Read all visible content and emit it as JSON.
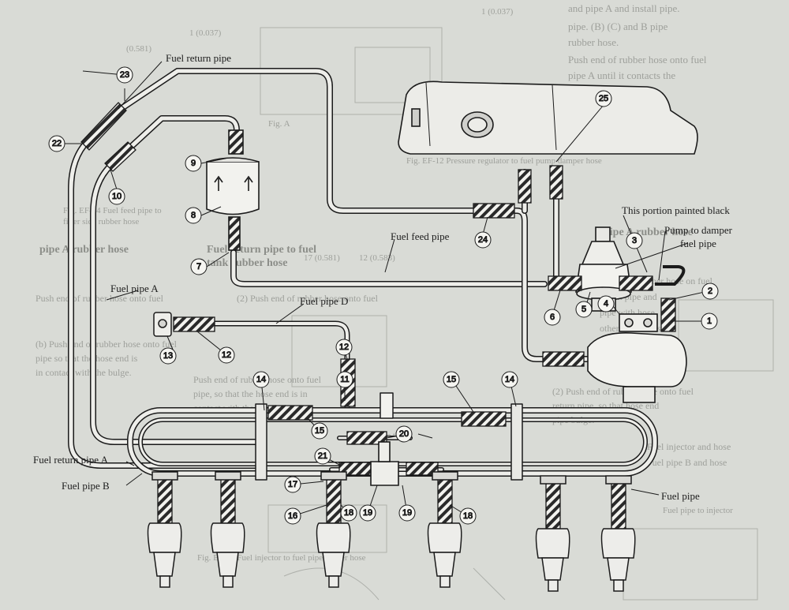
{
  "colors": {
    "paper": "#d9dbd6",
    "ink": "#1d1d1d",
    "ghost_text": "#9ea09b"
  },
  "labels": {
    "fuel_return_pipe": "Fuel return pipe",
    "fuel_feed_pipe": "Fuel feed pipe",
    "fuel_pipe_a": "Fuel pipe A",
    "fuel_pipe_b": "Fuel pipe B",
    "fuel_pipe_d": "Fuel pipe D",
    "fuel_return_pipe_a": "Fuel return pipe A",
    "fuel_pipe": "Fuel pipe",
    "painted_black": "This portion painted black",
    "pump_damper_1": "Pump to damper",
    "pump_damper_2": "fuel pipe"
  },
  "callouts": {
    "c1": "1",
    "c2": "2",
    "c3": "3",
    "c4": "4",
    "c5": "5",
    "c6": "6",
    "c7": "7",
    "c8": "8",
    "c9": "9",
    "c10": "10",
    "c11": "11",
    "c12a": "12",
    "c12b": "12",
    "c13": "13",
    "c14a": "14",
    "c14b": "14",
    "c15a": "15",
    "c15b": "15",
    "c16": "16",
    "c17": "17",
    "c18a": "18",
    "c18b": "18",
    "c19a": "19",
    "c19b": "19",
    "c20": "20",
    "c21": "21",
    "c22": "22",
    "c23": "23",
    "c24": "24",
    "c25": "25"
  },
  "background_text": {
    "caption_filter": "Fig. EF-12 Pressure regulator to fuel pump damper hose",
    "heading1": "Fuel return pipe to fuel",
    "heading2": "tank rubber hose",
    "heading3": "pipe A rubber hose",
    "caption_bottom": "Fig. EF-13 Fuel injector to fuel pipe rubber hose",
    "p1": "Push end of rubber hose onto fuel",
    "p2": "pipe, so that the hose end is in",
    "p3": "contact with the pipe bulge."
  }
}
